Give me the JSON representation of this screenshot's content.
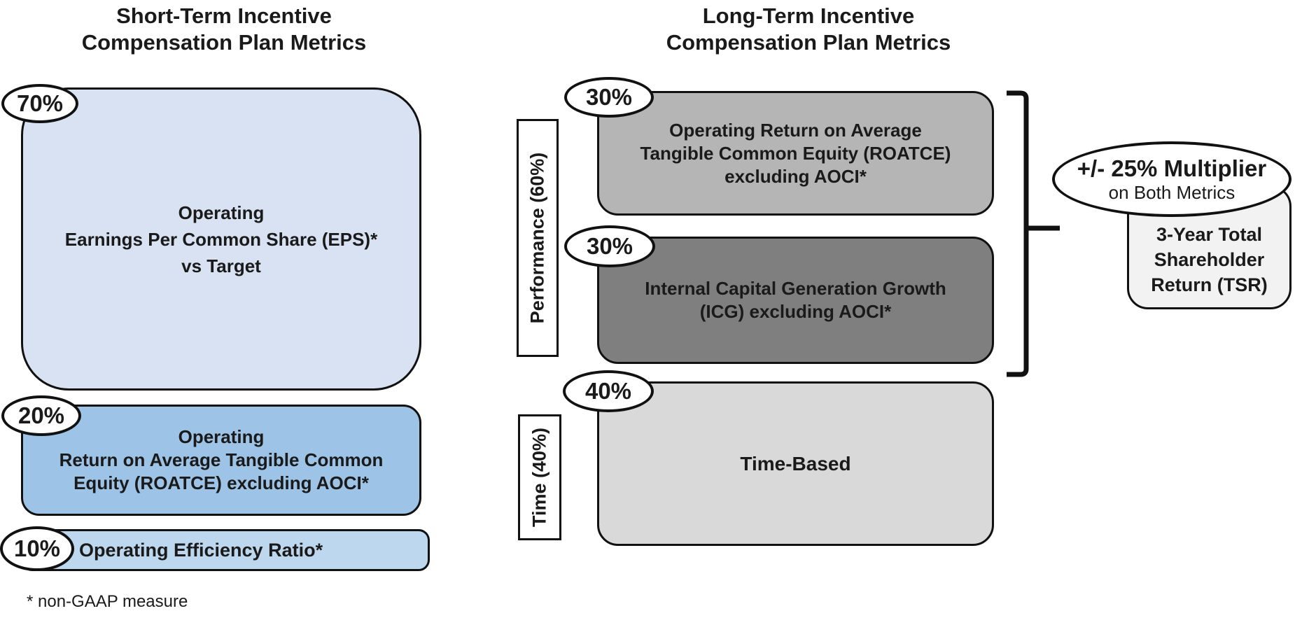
{
  "short_term": {
    "title_lines": [
      "Short-Term Incentive",
      "Compensation Plan Metrics"
    ],
    "boxes": [
      {
        "pct": "70%",
        "fill": "#d9e2f3",
        "lines": [
          "Operating",
          "Earnings Per Common Share (EPS)*",
          "vs Target"
        ]
      },
      {
        "pct": "20%",
        "fill": "#9dc3e6",
        "lines": [
          "Operating",
          "Return on Average Tangible Common",
          "Equity (ROATCE) excluding AOCI*"
        ]
      },
      {
        "pct": "10%",
        "fill": "#bdd7ee",
        "lines": [
          "Operating Efficiency Ratio*"
        ]
      }
    ],
    "footnote": "* non-GAAP measure"
  },
  "long_term": {
    "title_lines": [
      "Long-Term Incentive",
      "Compensation Plan Metrics"
    ],
    "groups": [
      {
        "label": "Performance (60%)"
      },
      {
        "label": "Time (40%)"
      }
    ],
    "boxes": [
      {
        "pct": "30%",
        "fill": "#b5b5b5",
        "group": "Performance (60%)",
        "lines": [
          "Operating Return on Average",
          "Tangible Common Equity (ROATCE)",
          "excluding AOCI*"
        ]
      },
      {
        "pct": "30%",
        "fill": "#7f7f7f",
        "group": "Performance (60%)",
        "lines": [
          "Internal Capital Generation Growth",
          "(ICG) excluding AOCI*"
        ]
      },
      {
        "pct": "40%",
        "fill": "#d9d9d9",
        "group": "Time (40%)",
        "lines": [
          "Time-Based"
        ]
      }
    ],
    "multiplier": {
      "line1": "+/- 25% Multiplier",
      "line2": "on Both Metrics"
    },
    "tsr": {
      "fill": "#f2f2f2",
      "lines": [
        "3-Year Total",
        "Shareholder",
        "Return (TSR)"
      ]
    }
  },
  "colors": {
    "outline": "#111111",
    "text": "#1a1a1a",
    "oval_fill": "#ffffff",
    "eps_box": "#d9e2f3",
    "roatce_st_box": "#9dc3e6",
    "efficiency_box": "#bdd7ee",
    "roatce_lt_box": "#b5b5b5",
    "icg_box": "#7f7f7f",
    "time_box": "#d9d9d9",
    "tsr_box": "#f2f2f2"
  }
}
